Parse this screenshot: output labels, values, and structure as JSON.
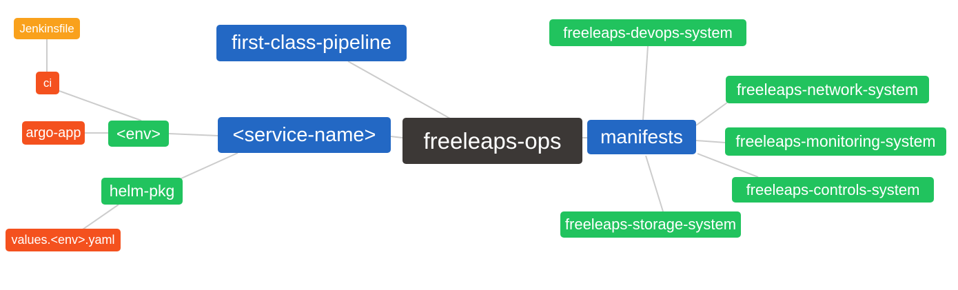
{
  "palette": {
    "blue": "#2368c4",
    "green": "#21c35e",
    "red": "#f4511e",
    "orange": "#f9a11c",
    "dark": "#3c3836",
    "edge": "#cccccc",
    "background": "#ffffff",
    "text": "#ffffff"
  },
  "mindmap": {
    "root_label": "freeleaps-ops",
    "nodes": [
      {
        "id": "jenkinsfile",
        "label": "Jenkinsfile",
        "color": "orange"
      },
      {
        "id": "ci",
        "label": "ci",
        "color": "red"
      },
      {
        "id": "argo-app",
        "label": "argo-app",
        "color": "red"
      },
      {
        "id": "env",
        "label": "<env>",
        "color": "green"
      },
      {
        "id": "service-name",
        "label": "<service-name>",
        "color": "blue"
      },
      {
        "id": "first-class-pipeline",
        "label": "first-class-pipeline",
        "color": "blue"
      },
      {
        "id": "freeleaps-ops",
        "label": "freeleaps-ops",
        "color": "dark"
      },
      {
        "id": "manifests",
        "label": "manifests",
        "color": "blue"
      },
      {
        "id": "devops",
        "label": "freeleaps-devops-system",
        "color": "green"
      },
      {
        "id": "network",
        "label": "freeleaps-network-system",
        "color": "green"
      },
      {
        "id": "monitoring",
        "label": "freeleaps-monitoring-system",
        "color": "green"
      },
      {
        "id": "controls",
        "label": "freeleaps-controls-system",
        "color": "green"
      },
      {
        "id": "storage",
        "label": "freeleaps-storage-system",
        "color": "green"
      },
      {
        "id": "helm-pkg",
        "label": "helm-pkg",
        "color": "green"
      },
      {
        "id": "values-yaml",
        "label": "values.<env>.yaml",
        "color": "red"
      }
    ],
    "edges": [
      [
        "jenkinsfile",
        "ci"
      ],
      [
        "ci",
        "env"
      ],
      [
        "argo-app",
        "env"
      ],
      [
        "env",
        "service-name"
      ],
      [
        "service-name",
        "helm-pkg"
      ],
      [
        "helm-pkg",
        "values-yaml"
      ],
      [
        "first-class-pipeline",
        "freeleaps-ops"
      ],
      [
        "service-name",
        "freeleaps-ops"
      ],
      [
        "freeleaps-ops",
        "manifests"
      ],
      [
        "manifests",
        "devops"
      ],
      [
        "manifests",
        "network"
      ],
      [
        "manifests",
        "monitoring"
      ],
      [
        "manifests",
        "controls"
      ],
      [
        "manifests",
        "storage"
      ]
    ]
  }
}
